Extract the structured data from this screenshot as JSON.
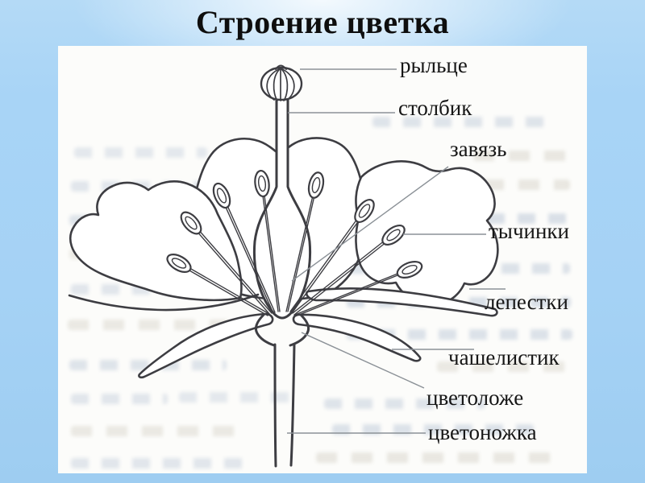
{
  "slide": {
    "title": "Строение цветка"
  },
  "colors": {
    "background": "#a5d2f5",
    "background_highlight": "#eaf5fd",
    "panel": "#fcfcfa",
    "line": "#3d3d42",
    "leader": "#8b9197",
    "label_text": "#161616",
    "title_text": "#0e0e0e"
  },
  "diagram": {
    "description": "flower-structure-cross-section",
    "labels": [
      {
        "id": "stigma",
        "text": "рыльце"
      },
      {
        "id": "style",
        "text": "столбик"
      },
      {
        "id": "ovary",
        "text": "завязь"
      },
      {
        "id": "stamens",
        "text": "тычинки"
      },
      {
        "id": "petals",
        "text": "лепестки"
      },
      {
        "id": "sepal",
        "text": "чашелистик"
      },
      {
        "id": "receptacle",
        "text": "цветоложе"
      },
      {
        "id": "pedicel",
        "text": "цветоножка"
      }
    ]
  }
}
